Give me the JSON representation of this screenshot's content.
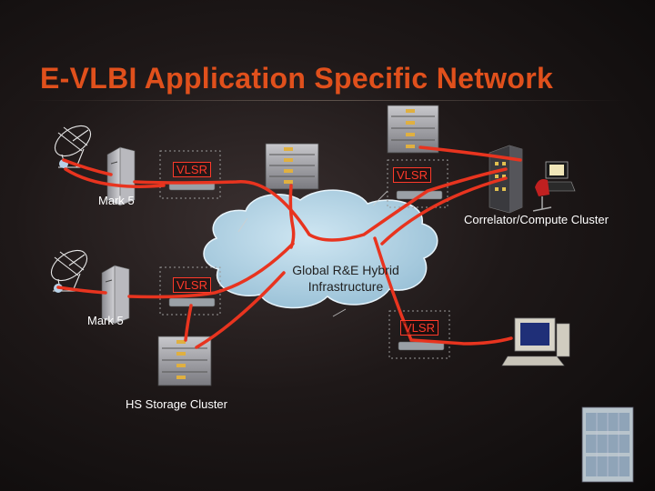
{
  "title": "E-VLBI Application Specific Network",
  "labels": {
    "mark5_top": "Mark 5",
    "mark5_bottom": "Mark 5",
    "correlator": "Correlator/Compute Cluster",
    "storage": "HS Storage Cluster",
    "cloud_line1": "Global R&E Hybrid",
    "cloud_line2": "Infrastructure"
  },
  "vlsr": [
    "VLSR",
    "VLSR",
    "VLSR",
    "VLSR"
  ],
  "colors": {
    "title": "#e0501c",
    "path": "#e8341f",
    "cloud": "#a9cde0",
    "vlsr": "#ff3a2a"
  },
  "icons": [
    "satellite-dish-icon",
    "server-tower-icon",
    "router-icon",
    "server-rack-icon",
    "cloud-icon",
    "compute-cluster-icon",
    "workstation-icon",
    "equipment-rack-icon"
  ]
}
